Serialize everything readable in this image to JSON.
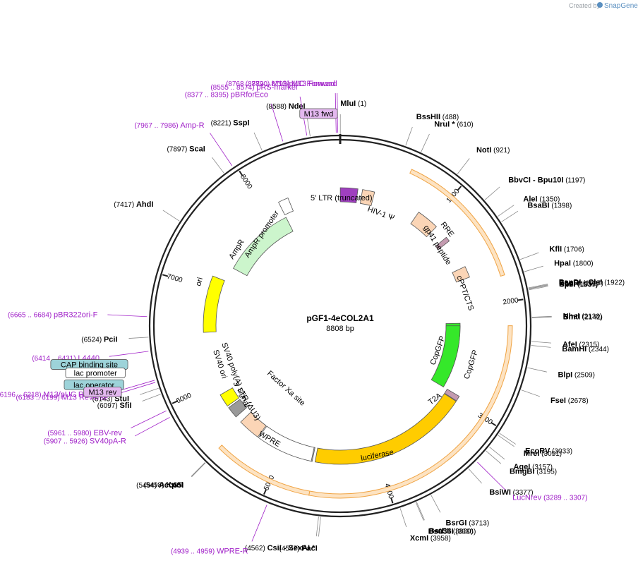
{
  "credit": {
    "prefix": "Created by",
    "brand": "SnapGene"
  },
  "plasmid": {
    "name": "pGF1-4eCOL2A1",
    "length_label": "8808 bp",
    "length": 8808
  },
  "ruler_ticks": [
    {
      "pos": 1000,
      "label": "1000"
    },
    {
      "pos": 2000,
      "label": "2000"
    },
    {
      "pos": 3000,
      "label": "3000"
    },
    {
      "pos": 4000,
      "label": "4000"
    },
    {
      "pos": 5000,
      "label": "5000"
    },
    {
      "pos": 6000,
      "label": "6000"
    },
    {
      "pos": 7000,
      "label": "7000"
    },
    {
      "pos": 8000,
      "label": "8000"
    }
  ],
  "restriction_sites": [
    {
      "name": "MluI",
      "pos": "(1)",
      "bp": 1
    },
    {
      "name": "BssHII",
      "pos": "(488)",
      "bp": 488
    },
    {
      "name": "NruI *",
      "pos": "(610)",
      "bp": 610
    },
    {
      "name": "NotI",
      "pos": "(921)",
      "bp": 921
    },
    {
      "name": "BbvCI - Bpu10I",
      "pos": "(1197)",
      "bp": 1197
    },
    {
      "name": "AleI",
      "pos": "(1350)",
      "bp": 1350
    },
    {
      "name": "BsaBI",
      "pos": "(1398)",
      "bp": 1398
    },
    {
      "name": "KflI",
      "pos": "(1706)",
      "bp": 1706
    },
    {
      "name": "HpaI",
      "pos": "(1800)",
      "bp": 1800
    },
    {
      "name": "BspDI - ClaI",
      "pos": "(1922)",
      "bp": 1922
    },
    {
      "name": "EcoRI",
      "pos": "(1927)",
      "bp": 1927
    },
    {
      "name": "XbaI",
      "pos": "(1931)",
      "bp": 1931
    },
    {
      "name": "SpeI",
      "pos": "(1937)",
      "bp": 1937
    },
    {
      "name": "NheI",
      "pos": "(2138)",
      "bp": 2138
    },
    {
      "name": "BmtI",
      "pos": "(2142)",
      "bp": 2142
    },
    {
      "name": "AfeI",
      "pos": "(2315)",
      "bp": 2315
    },
    {
      "name": "BamHI",
      "pos": "(2344)",
      "bp": 2344
    },
    {
      "name": "BlpI",
      "pos": "(2509)",
      "bp": 2509
    },
    {
      "name": "FseI",
      "pos": "(2678)",
      "bp": 2678
    },
    {
      "name": "EcoRV",
      "pos": "(3033)",
      "bp": 3033
    },
    {
      "name": "MreI",
      "pos": "(3051)",
      "bp": 3051
    },
    {
      "name": "AgeI",
      "pos": "(3157)",
      "bp": 3157
    },
    {
      "name": "BmgBI",
      "pos": "(3195)",
      "bp": 3195
    },
    {
      "name": "BsiWI",
      "pos": "(3377)",
      "bp": 3377
    },
    {
      "name": "BsrGI",
      "pos": "(3713)",
      "bp": 3713
    },
    {
      "name": "BstEII",
      "pos": "(3830)",
      "bp": 3830
    },
    {
      "name": "Bsu36I",
      "pos": "(3836)",
      "bp": 3836
    },
    {
      "name": "XcmI",
      "pos": "(3958)",
      "bp": 3958
    },
    {
      "name": "PacI",
      "pos": "(4547)",
      "bp": 4547
    },
    {
      "name": "CsiI - SexAI *",
      "pos": "(4562)",
      "bp": 4562
    },
    {
      "name": "Acc65I",
      "pos": "(5494)",
      "bp": 5494
    },
    {
      "name": "KpnI",
      "pos": "(5498)",
      "bp": 5498
    },
    {
      "name": "SfiI",
      "pos": "(6097)",
      "bp": 6097
    },
    {
      "name": "StuI",
      "pos": "(6143)",
      "bp": 6143
    },
    {
      "name": "PciI",
      "pos": "(6524)",
      "bp": 6524
    },
    {
      "name": "AhdI",
      "pos": "(7417)",
      "bp": 7417
    },
    {
      "name": "ScaI",
      "pos": "(7897)",
      "bp": 7897
    },
    {
      "name": "SspI",
      "pos": "(8221)",
      "bp": 8221
    },
    {
      "name": "NdeI",
      "pos": "(8588)",
      "bp": 8588
    }
  ],
  "primers": [
    {
      "name": "M13 Forward",
      "pos": "(8782 .. 8799)",
      "bp": 8790
    },
    {
      "name": "M13/pUC Forward",
      "pos": "(8768 .. 8790)",
      "bp": 8779
    },
    {
      "name": "pRS-marker",
      "pos": "(8555 .. 8574)",
      "bp": 8565
    },
    {
      "name": "pBRforEco",
      "pos": "(8377 .. 8395)",
      "bp": 8386
    },
    {
      "name": "Amp-R",
      "pos": "(7967 .. 7986)",
      "bp": 7976
    },
    {
      "name": "pBR322ori-F",
      "pos": "(6665 .. 6684)",
      "bp": 6674
    },
    {
      "name": "L4440",
      "pos": "(6414 .. 6431)",
      "bp": 6422
    },
    {
      "name": "M13/pUC Reverse",
      "pos": "(6196 .. 6218)",
      "bp": 6207
    },
    {
      "name": "M13 Reverse",
      "pos": "(6183 .. 6199)",
      "bp": 6191
    },
    {
      "name": "EBV-rev",
      "pos": "(5961 .. 5980)",
      "bp": 5970
    },
    {
      "name": "SV40pA-R",
      "pos": "(5907 .. 5926)",
      "bp": 5916
    },
    {
      "name": "WPRE-R",
      "pos": "(4939 .. 4959)",
      "bp": 4949
    },
    {
      "name": "LucNrev",
      "pos": "(3289 .. 3307)",
      "bp": 3298
    }
  ],
  "boxed_labels": [
    {
      "name": "M13 fwd",
      "kind": "primer",
      "bp": 8790
    },
    {
      "name": "CAP binding site",
      "kind": "protein-bind",
      "bp": 6350
    },
    {
      "name": "lac promoter",
      "kind": "promoter",
      "bp": 6300
    },
    {
      "name": "lac operator",
      "kind": "protein-bind",
      "bp": 6230
    },
    {
      "name": "M13 rev",
      "kind": "primer",
      "bp": 6191
    }
  ],
  "features": [
    {
      "name": "5' LTR (truncated)",
      "start": 1,
      "end": 181,
      "color": "#9f3fbf"
    },
    {
      "name": "HIV-1 Ψ",
      "start": 228,
      "end": 353,
      "color": "#fbd5b6"
    },
    {
      "name": "RRE",
      "start": 846,
      "end": 1079,
      "color": "#fbd5b6"
    },
    {
      "name": "gp41 peptide",
      "start": 1226,
      "end": 1274,
      "color": "#c49bb0"
    },
    {
      "name": "cPPT/CTS",
      "start": 1579,
      "end": 1696,
      "color": "#fbd5b6"
    },
    {
      "name": "CopGFP",
      "start": 2170,
      "end": 2824,
      "color": "#35e82a"
    },
    {
      "name": "CopGFP",
      "start": 2200,
      "end": 2950,
      "color": "#35e82a"
    },
    {
      "name": "T2A",
      "start": 2950,
      "end": 3004,
      "color": "#c49bb0"
    },
    {
      "name": "luciferase",
      "start": 3010,
      "end": 4660,
      "color": "#ffcc00"
    },
    {
      "name": "Factor Xa site",
      "start": 4690,
      "end": 4702,
      "color": "#bbbbbb"
    },
    {
      "name": "WPRE",
      "start": 4700,
      "end": 5290,
      "color": "#ffffff"
    },
    {
      "name": "3' LTR (ΔU3)",
      "start": 5300,
      "end": 5530,
      "color": "#fbd5b6"
    },
    {
      "name": "SV40 poly(A) signal",
      "start": 5600,
      "end": 5720,
      "color": "#999999"
    },
    {
      "name": "SV40 ori",
      "start": 5740,
      "end": 5875,
      "color": "#ffff00"
    },
    {
      "name": "ori",
      "start": 6540,
      "end": 7130,
      "color": "#ffff00"
    },
    {
      "name": "AmpR",
      "start": 7300,
      "end": 8160,
      "color": "#ccf5cc"
    },
    {
      "name": "AmpR promoter",
      "start": 8160,
      "end": 8265,
      "color": "#ffffff"
    }
  ],
  "feature_labels": {
    "ltr5": "5' LTR (truncated)",
    "hiv": "HIV-1 Ψ",
    "rre": "RRE",
    "gp41": "gp41 peptide",
    "cppt": "cPPT/CTS",
    "copgfp1": "CopGFP",
    "copgfp2": "CopGFP",
    "t2a": "T2A",
    "luciferase": "luciferase",
    "factorxa": "Factor Xa site",
    "wpre": "WPRE",
    "ltr3": "3' LTR (ΔU3)",
    "sv40pa": "SV40 poly(A) signal",
    "sv40ori": "SV40 ori",
    "ori": "ori",
    "ampr": "AmpR",
    "amprprom": "AmpR promoter"
  },
  "colors": {
    "backbone": "#222222",
    "primer": "#a020c8",
    "primer_box_fill": "#e3b8ef",
    "protein_bind_fill": "#9dd3d9",
    "orf_outline": "#f0a444",
    "orf_green": "#2a9a20",
    "orf_orange": "#8a5a00"
  }
}
